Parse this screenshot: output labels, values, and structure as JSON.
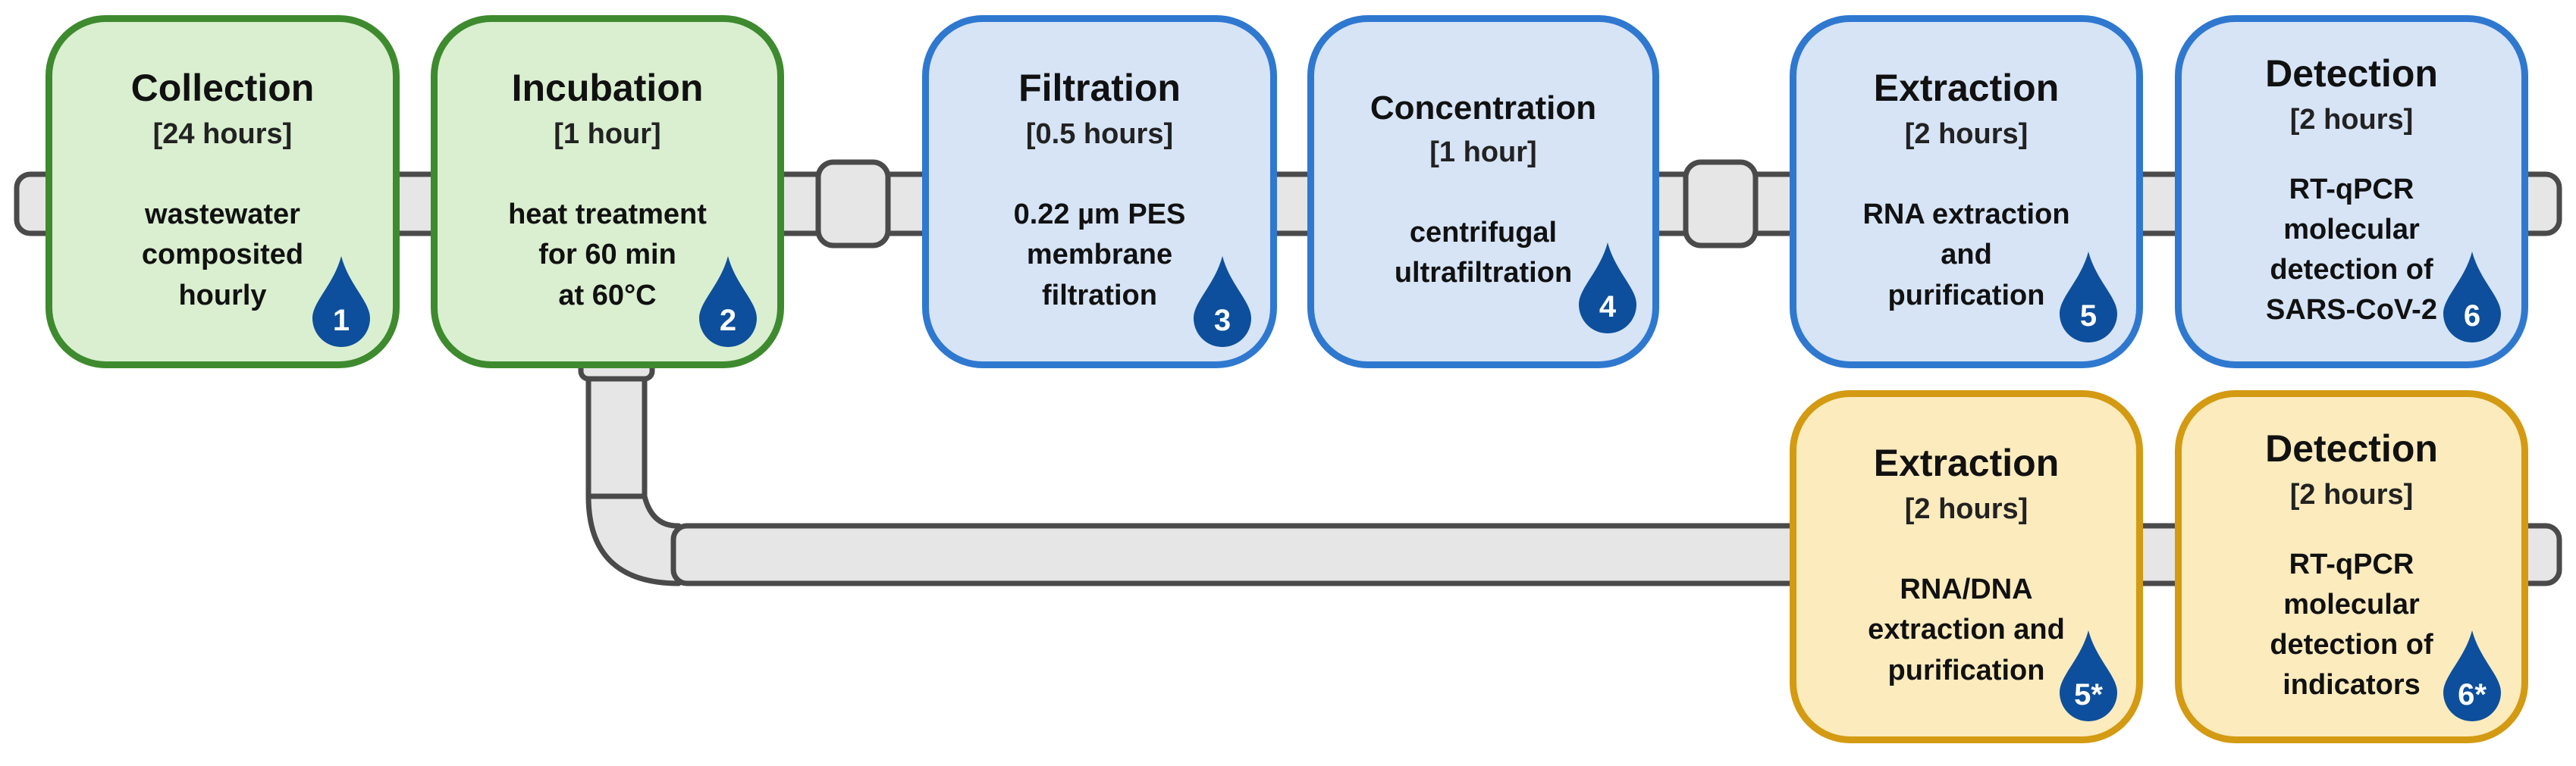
{
  "colors": {
    "green_fill": "#d9efd0",
    "green_border": "#3e8a2e",
    "blue_fill": "#d6e4f6",
    "blue_border": "#2f78d0",
    "gold_fill": "#fcebbd",
    "gold_border": "#d39a12",
    "drop": "#0d4f9c",
    "pipe_fill": "#e6e6e6",
    "pipe_stroke": "#4a4a4a"
  },
  "icon": "water-drop-icon",
  "steps": [
    {
      "title": "Collection",
      "duration": "[24 hours]",
      "description": "wastewater\ncomposited\nhourly",
      "badge": "1"
    },
    {
      "title": "Incubation",
      "duration": "[1 hour]",
      "description": "heat treatment\nfor 60 min\nat 60°C",
      "badge": "2"
    },
    {
      "title": "Filtration",
      "duration": "[0.5 hours]",
      "description": "0.22 µm PES\nmembrane\nfiltration",
      "badge": "3"
    },
    {
      "title": "Concentration",
      "duration": "[1 hour]",
      "description": "centrifugal\nultrafiltration",
      "badge": "4"
    },
    {
      "title": "Extraction",
      "duration": "[2 hours]",
      "description": "RNA extraction\nand\npurification",
      "badge": "5"
    },
    {
      "title": "Detection",
      "duration": "[2 hours]",
      "description": "RT-qPCR\nmolecular\ndetection of\nSARS-CoV-2",
      "badge": "6"
    },
    {
      "title": "Extraction",
      "duration": "[2 hours]",
      "description": "RNA/DNA\nextraction and\npurification",
      "badge": "5*"
    },
    {
      "title": "Detection",
      "duration": "[2 hours]",
      "description": "RT-qPCR\nmolecular\ndetection of\nindicators",
      "badge": "6*"
    }
  ]
}
